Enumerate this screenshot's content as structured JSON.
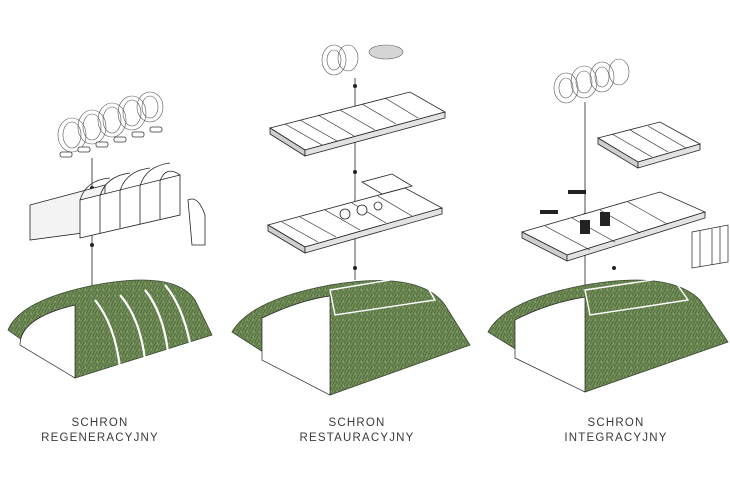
{
  "diagrams": [
    {
      "id": "regeneracyjny",
      "caption_line1": "SCHRON",
      "caption_line2": "REGENERACYJNY"
    },
    {
      "id": "restauracyjny",
      "caption_line1": "SCHRON",
      "caption_line2": "RESTAURACYJNY"
    },
    {
      "id": "integracyjny",
      "caption_line1": "SCHRON",
      "caption_line2": "INTEGRACYJNY"
    }
  ],
  "colors": {
    "moss": "#6f8a55",
    "moss_dark": "#4d6a3c",
    "moss_light": "#98ad7a",
    "line": "#2a2a2a",
    "wall": "#ffffff",
    "shade": "#dcdcdc",
    "caption": "#3a3a3a"
  }
}
